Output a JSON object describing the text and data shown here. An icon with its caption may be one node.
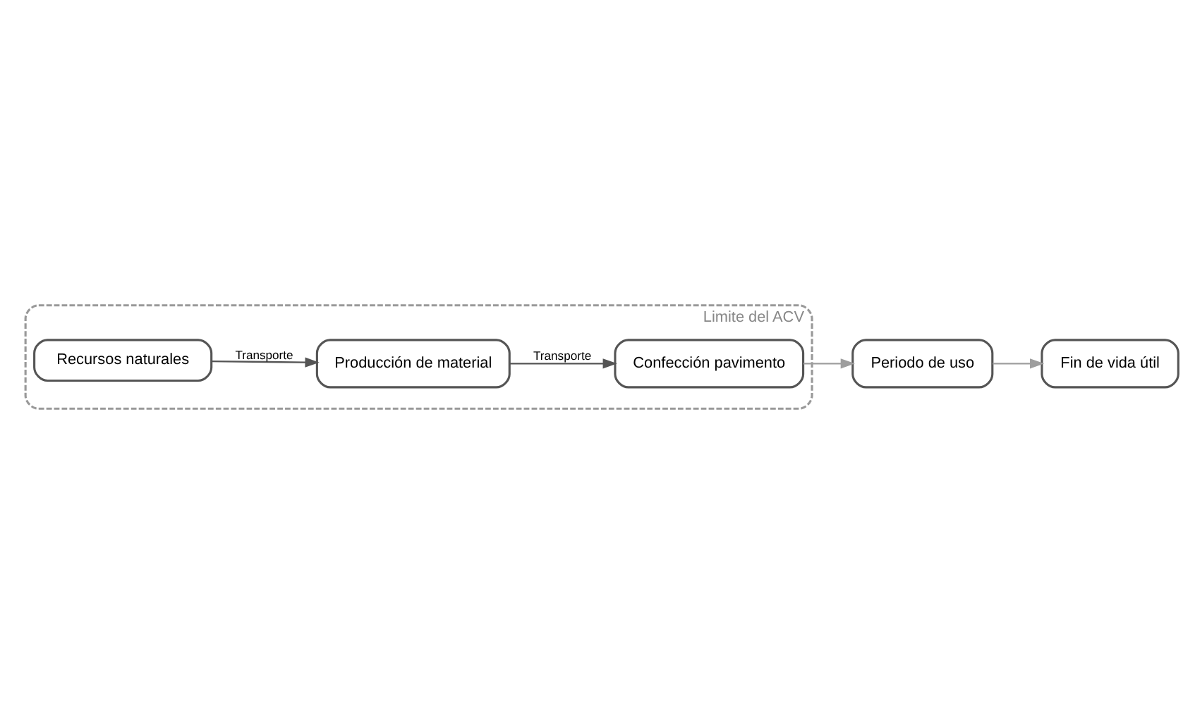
{
  "diagram": {
    "nodes": [
      {
        "text": [
          "Limite del ACV"
        ]
      },
      {
        "text": [
          "Recursos naturales"
        ],
        "in": 0
      },
      {
        "text": [
          "Producción de material"
        ],
        "in": 0
      },
      {
        "text": [
          "Confección pavimento"
        ],
        "in": 0
      },
      {
        "text": [
          "Periodo de uso"
        ]
      },
      {
        "text": [
          "Fin de vida útil"
        ]
      }
    ],
    "edges": [
      {
        "from": 1,
        "to": 2,
        "arrow": "to",
        "label": "Transporte"
      },
      {
        "from": 2,
        "to": 3,
        "arrow": "to",
        "label": "Transporte"
      },
      {
        "from": 3,
        "to": 4,
        "arrow": "to",
        "color": "#9e9e9e"
      },
      {
        "from": 4,
        "to": 5,
        "arrow": "to",
        "color": "#9e9e9e"
      }
    ]
  }
}
